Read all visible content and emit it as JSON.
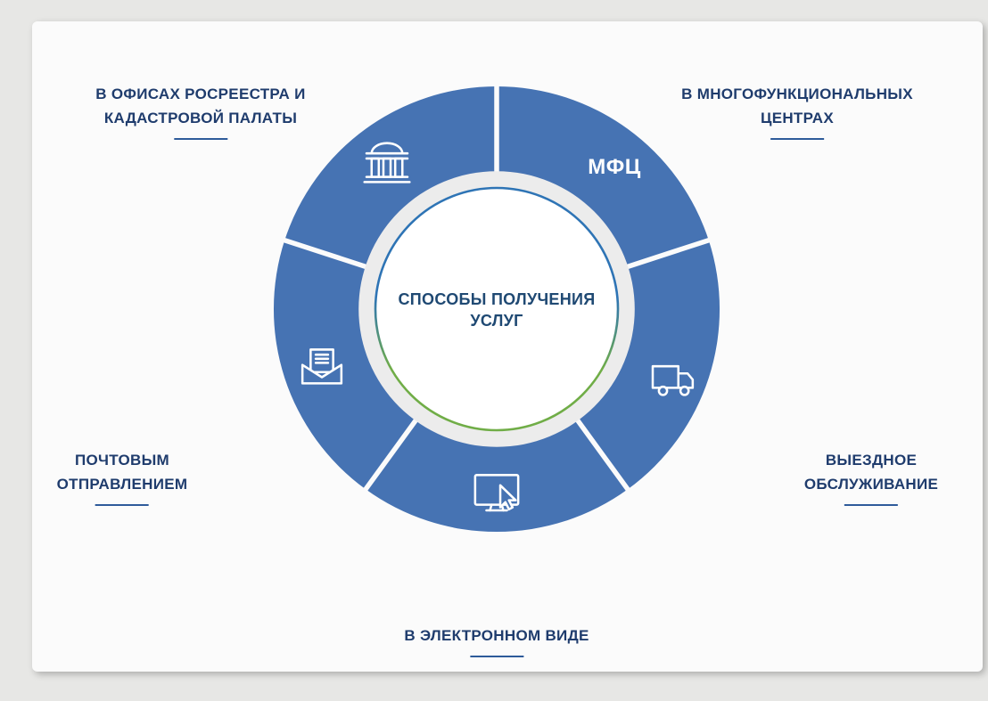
{
  "title": {
    "line1": "СПОСОБЫ ПОЛУЧЕНИЯ",
    "line2": "УСЛУГ"
  },
  "segments": [
    {
      "name": "offices",
      "icon": "bank-icon",
      "label": {
        "line1": "В ОФИСАХ РОСРЕЕСТРА И",
        "line2": "КАДАСТРОВОЙ ПАЛАТЫ"
      }
    },
    {
      "name": "mfc",
      "icon": "mfc-text",
      "badge": "МФЦ",
      "label": {
        "line1": "В МНОГОФУНКЦИОНАЛЬНЫХ",
        "line2": "ЦЕНТРАХ"
      }
    },
    {
      "name": "onsite-service",
      "icon": "delivery-truck-icon",
      "label": {
        "line1": "ВЫЕЗДНОЕ",
        "line2": "ОБСЛУЖИВАНИЕ"
      }
    },
    {
      "name": "electronic",
      "icon": "monitor-cursor-icon",
      "label": {
        "line1": "В ЭЛЕКТРОННОМ ВИДЕ"
      }
    },
    {
      "name": "postal",
      "icon": "envelope-letter-icon",
      "label": {
        "line1": "ПОЧТОВЫМ",
        "line2": "ОТПРАВЛЕНИЕМ"
      }
    }
  ],
  "colors": {
    "page_bg": "#e7e7e5",
    "card_bg": "#fbfbfb",
    "segment_blue": "#4673b3",
    "donut_hole_gray": "#ececec",
    "ring_blue": "#2e74b5",
    "ring_green": "#70ad47",
    "label_navy": "#1f3c6d",
    "underline_blue": "#2e5b9a",
    "center_navy": "#1f4973",
    "icon_white": "#ffffff"
  }
}
